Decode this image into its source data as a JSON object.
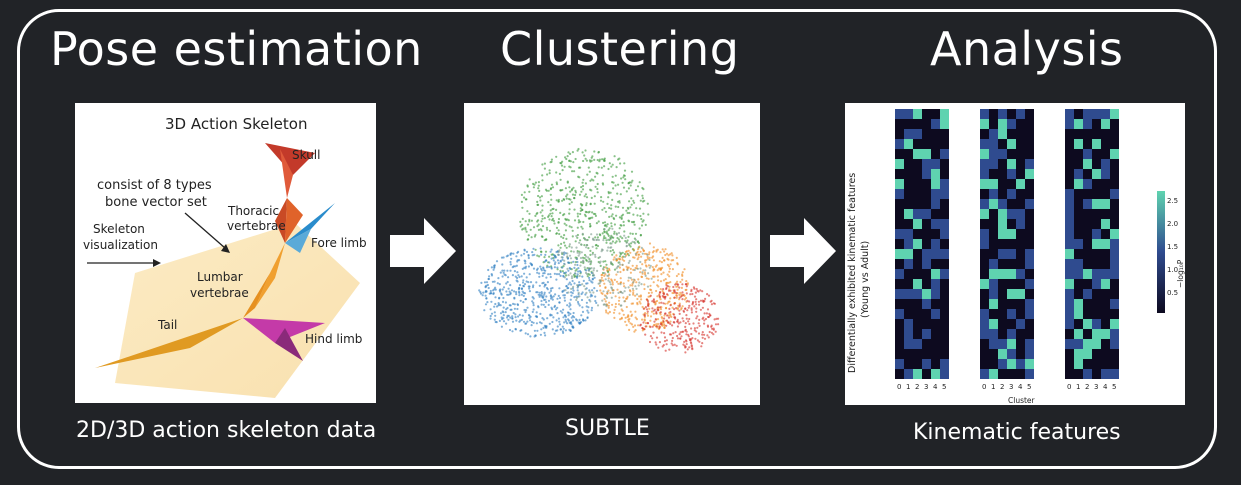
{
  "stages": [
    {
      "title": "Pose estimation",
      "caption": "2D/3D action skeleton data"
    },
    {
      "title": "Clustering",
      "caption": "SUBTLE"
    },
    {
      "title": "Analysis",
      "caption": "Kinematic features"
    }
  ],
  "skeleton": {
    "title": "3D Action Skeleton",
    "labels": {
      "skull": "Skull",
      "bone_set_line1": "consist of 8 types",
      "bone_set_line2": "bone vector set",
      "thoracic_line1": "Thoracic",
      "thoracic_line2": "vertebrae",
      "fore_limb": "Fore limb",
      "skeleton_vis_line1": "Skeleton",
      "skeleton_vis_line2": "visualization",
      "lumbar_line1": "Lumbar",
      "lumbar_line2": "vertebrae",
      "tail": "Tail",
      "hind_limb": "Hind limb"
    }
  },
  "heatmap": {
    "ylabel_line1": "Differentially exhibited kinematic features",
    "ylabel_line2": "(Young vs Adult)",
    "xlabel_middle": "Cluster",
    "x_ticks": [
      "0",
      "1",
      "2",
      "3",
      "4",
      "5"
    ],
    "colorbar_ticks": [
      "2.5",
      "2.0",
      "1.5",
      "1.0",
      "0.5"
    ],
    "colorbar_label": "−log₁₀P",
    "colors": {
      "low": "#0d0a1f",
      "mid": "#2f4b8f",
      "high": "#5fd3b0"
    }
  }
}
